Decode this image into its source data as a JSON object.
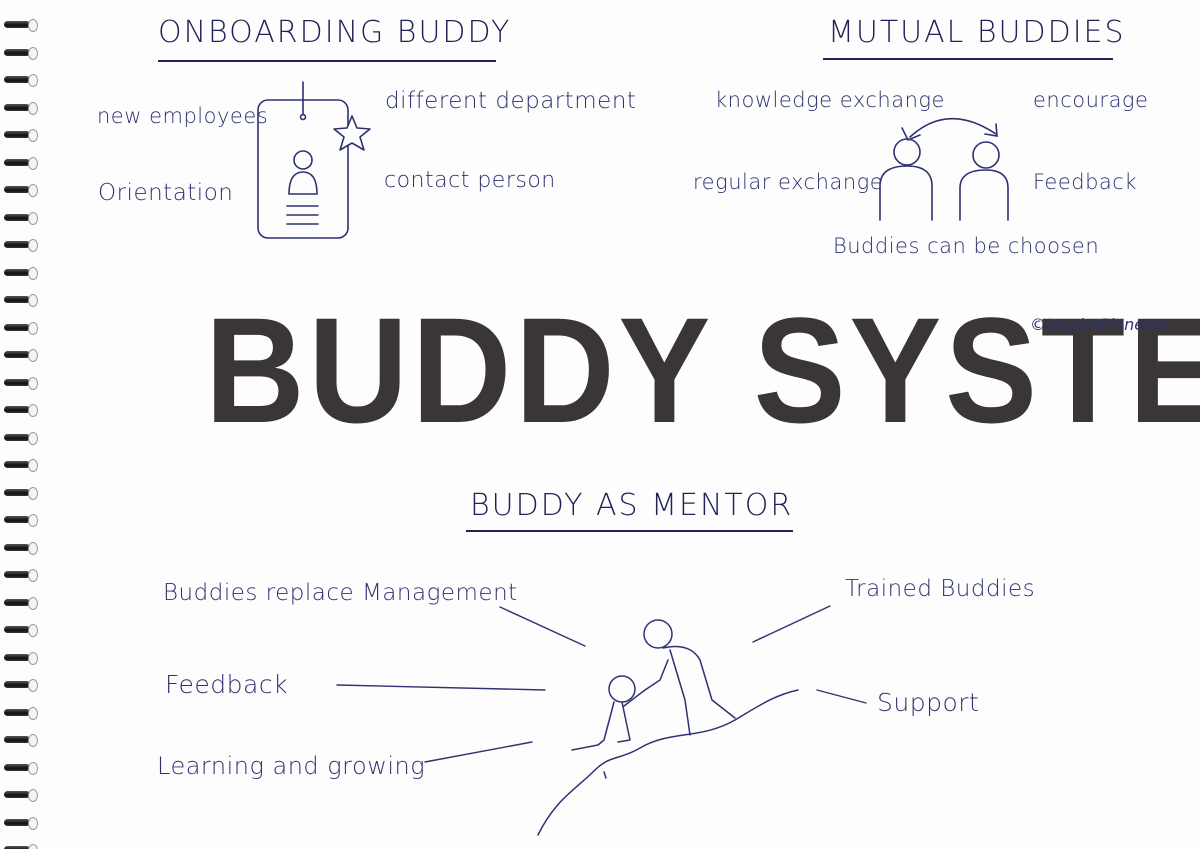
{
  "title": "BUDDY SYSTEM",
  "copyright": "©InspirePioneers",
  "colors": {
    "ink": "#2e3270",
    "marker": "#3a3638",
    "paper": "#fdfdfd"
  },
  "sections": {
    "onboarding": {
      "heading": "ONBOARDING BUDDY",
      "items": [
        "new employees",
        "Orientation",
        "different department",
        "contact person"
      ],
      "icons": [
        "id-badge-icon",
        "star-icon",
        "person-icon"
      ]
    },
    "mutual": {
      "heading": "MUTUAL BUDDIES",
      "items": [
        "knowledge exchange",
        "encourage",
        "regular exchange",
        "Feedback",
        "Buddies can be choosen"
      ],
      "icons": [
        "two-people-icon",
        "exchange-arrows-icon"
      ]
    },
    "mentor": {
      "heading": "BUDDY AS MENTOR",
      "items": [
        "Buddies replace Management",
        "Trained Buddies",
        "Feedback",
        "Support",
        "Learning and growing"
      ],
      "icons": [
        "climbing-figures-icon",
        "hill-icon"
      ]
    }
  }
}
